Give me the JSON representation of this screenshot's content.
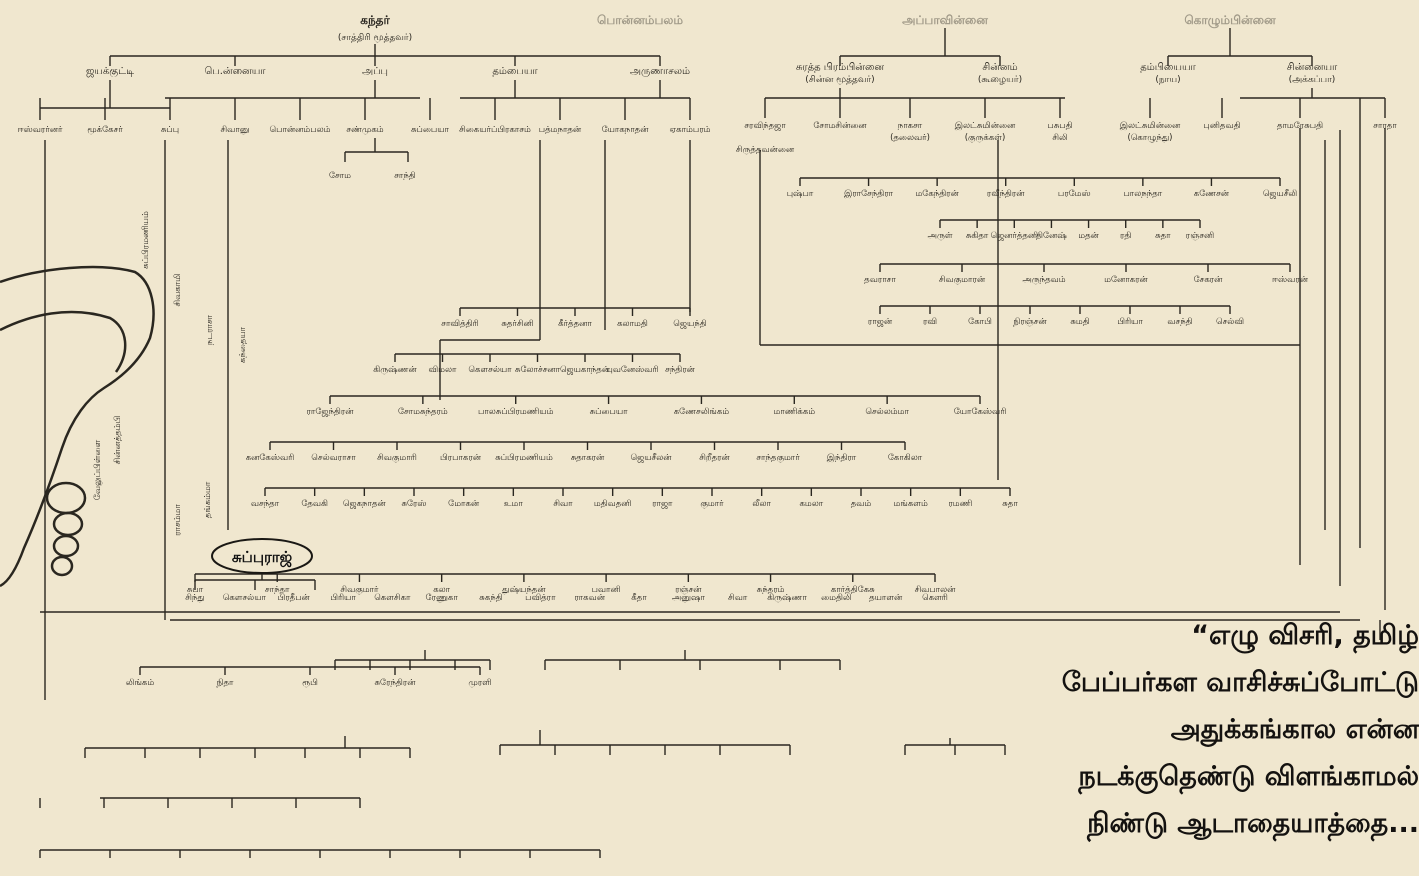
{
  "heads": [
    {
      "name": "கந்தர்",
      "note": "(சாத்திரி மூத்தவர்)"
    },
    {
      "name": "பொன்னம்பலம்",
      "faded": true
    },
    {
      "name": "அப்பாவின்னை",
      "faded": true
    },
    {
      "name": "கொழும்பின்னை",
      "faded": true
    }
  ],
  "gen1_left": [
    "ஜயக்குட்டி",
    "பெ.ன்னையா",
    "அப்பு",
    "தம்பையா",
    "அருணாசலம்"
  ],
  "gen1_right": [
    {
      "name": "சுரத்த பிரம்பின்னை",
      "note": "(சின்ன மூத்தவர்)"
    },
    {
      "name": "சின்னம்",
      "note": "(கூழையர்)"
    },
    {
      "name": "தம்பியையா",
      "note": "(நாய)"
    },
    {
      "name": "சின்னையா",
      "note": "(அக்கப்பா)"
    }
  ],
  "gen2_left": [
    "ஈஸ்வரர்னர்",
    "மூக்கேசர்",
    "சுப்பு",
    "சிவானு",
    "பொன்னம்பலம்",
    "சண்முகம்",
    "சுப்பையா",
    "சிகையர்ப்பிரகாசம்",
    "பத்மநாதன்",
    "யோகநாதன்",
    "ஏகாம்பரம்"
  ],
  "gen2_right": [
    {
      "name": "சரவிந்தஜா",
      "note": ""
    },
    {
      "name": "சோமசின்னை",
      "note": ""
    },
    {
      "name": "நாகசா",
      "note": "(தலைவர்)"
    },
    {
      "name": "இலட்சுமின்னை",
      "note": "(குருக்கள்)"
    },
    {
      "name": "பசுபதி",
      "note": "சிலி"
    },
    {
      "name": "இலட்சுமின்னை",
      "note": "(கொழுந்து)"
    },
    {
      "name": "புனிதவதி",
      "note": ""
    },
    {
      "name": "தாமரேசுபதி",
      "note": ""
    },
    {
      "name": "சாரதா",
      "note": ""
    }
  ],
  "extra_left_name": "சிருத்தவன்னை",
  "small_pair": [
    "சோம",
    "சாந்தி"
  ],
  "mid_rows": [
    [
      "புஷ்பா",
      "இராசேந்திரா",
      "மகேந்திரன்",
      "ரவீந்திரன்",
      "பரமேஸ்",
      "பாலநந்தா",
      "கணேசன்",
      "ஜெயசீலி"
    ],
    [
      "அருள்",
      "சுகிதா",
      "ஜெனர்த்தனி",
      "தினேஷ்",
      "மதன்",
      "ரதி",
      "சுதா",
      "ரஞ்சனி"
    ],
    [
      "தவராசா",
      "சிவகுமாரன்",
      "அருந்தவம்",
      "மனோகரன்",
      "சேகரன்",
      "ஈஸ்வரன்"
    ],
    [
      "ராஜன்",
      "ரவி",
      "கோபி",
      "நிரஞ்சன்",
      "சுமதி",
      "பிரியா",
      "வசந்தி",
      "செல்வி"
    ],
    [
      "சாவித்திரி",
      "சுதர்சினி",
      "கீர்த்தனா",
      "கலாமதி",
      "ஜெயந்தி"
    ],
    [
      "கிருஷ்ணன்",
      "விமலா",
      "கௌசல்யா",
      "சுலோச்சனா",
      "ஜெயகாந்தன்",
      "புவனேஸ்வரி",
      "சந்திரன்"
    ],
    [
      "ராஜேந்திரன்",
      "சோமசுந்தரம்",
      "பாலசுப்பிரமணியம்",
      "சுப்பையா",
      "கணேசலிங்கம்",
      "மாணிக்கம்",
      "செல்லம்மா",
      "யோகேஸ்வரி"
    ],
    [
      "கனகேஸ்வரி",
      "செல்வராசா",
      "சிவகுமாரி",
      "பிரபாகரன்",
      "சுப்பிரமணியம்",
      "சுதாகரன்",
      "ஜெயசீலன்",
      "சிறீதரன்",
      "சாந்தகுமார்",
      "இந்திரா",
      "கோகிலா"
    ],
    [
      "வசந்தா",
      "தேவகி",
      "ஜெகநாதன்",
      "சுரேஸ்",
      "மோகன்",
      "உமா",
      "சிவா",
      "மதிவதனி",
      "ராஜா",
      "குமார்",
      "லீலா",
      "கமலா",
      "தவம்",
      "மங்களம்",
      "ரமணி",
      "சுதா"
    ],
    [
      "சுபா",
      "சாந்தா",
      "சிவகுமார்",
      "கலா",
      "துஷ்யந்தன்",
      "பவானி",
      "ரஞ்சன்",
      "சுந்தரம்",
      "கார்த்திகேசு",
      "சிவபாலன்"
    ],
    [
      "லிங்கம்",
      "நிதா",
      "ரூபி",
      "சுரேந்திரன்",
      "முரளி"
    ]
  ],
  "highlight": "சுப்புராஜ்",
  "row_below_highlight": [
    "சிந்து",
    "கௌசல்யா",
    "பிரதீபன்",
    "பிரியா",
    "கெளசிகா",
    "ரேணுகா",
    "சுகந்தி",
    "பவித்ரா",
    "ராகவன்",
    "கீதா",
    "அனுஷா",
    "சிவா",
    "கிருஷ்ணா",
    "மைதிலி",
    "தயாளன்",
    "கௌரி"
  ],
  "quote_lines": [
    "“எழு விசரி, தமிழ்",
    "பேப்பர்கள வாசிச்சுப்போட்டு",
    "அதுக்கங்கால என்ன",
    "நடக்குதெண்டு விளங்காமல்",
    "நிண்டு ஆடாதையாத்தை...",
    ""
  ]
}
